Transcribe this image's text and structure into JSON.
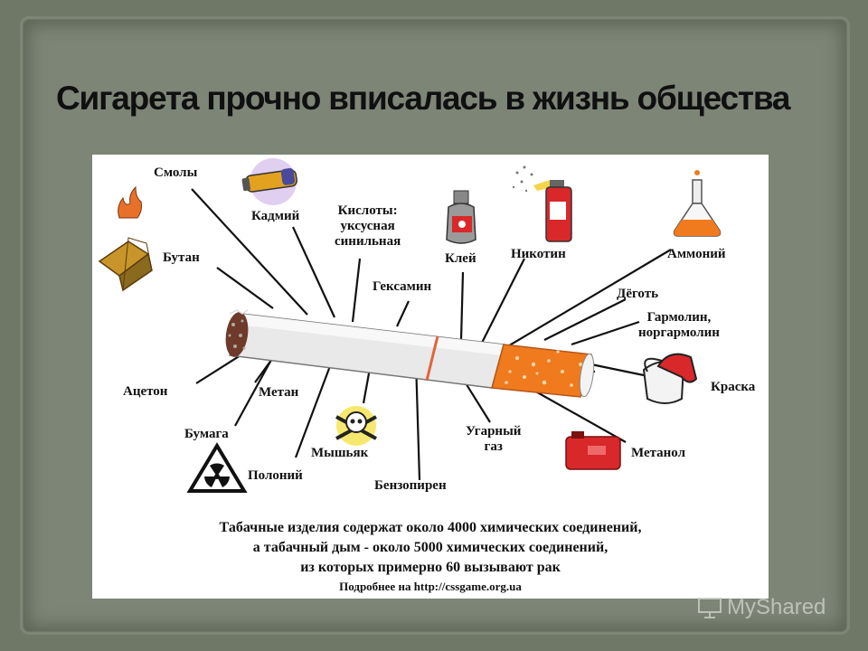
{
  "title": "Сигарета прочно вписалась в жизнь общества",
  "labels": {
    "smoly": "Смолы",
    "kadmiy": "Кадмий",
    "kisloty_1": "Кислоты:",
    "kisloty_2": "уксусная",
    "kisloty_3": "синильная",
    "kley": "Клей",
    "nikotin": "Никотин",
    "ammoniy": "Аммоний",
    "butan": "Бутан",
    "geksamin": "Гексамин",
    "degot": "Дёготь",
    "garmolin_1": "Гармолин,",
    "garmolin_2": "норгармолин",
    "atseton": "Ацетон",
    "metan": "Метан",
    "kraska": "Краска",
    "bumaga": "Бумага",
    "ugarny_1": "Угарный",
    "ugarny_2": "газ",
    "metanol": "Метанол",
    "myshyak": "Мышьяк",
    "poloniy": "Полоний",
    "benzopiren": "Бензопирен"
  },
  "footer": {
    "line1": "Табачные изделия содержат около 4000 химических соединений,",
    "line2": "а табачный дым - около 5000 химических соединений,",
    "line3": "из которых примерно 60 вызывают рак",
    "source": "Подробнее на http://cssgame.org.ua"
  },
  "watermark": "MyShared",
  "icons": {
    "lighter": "lighter-icon",
    "battery": "battery-icon",
    "glue": "glue-bottle-icon",
    "spray": "spray-can-icon",
    "flask": "flask-icon",
    "paint": "paint-bucket-icon",
    "skull": "skull-crossbones-icon",
    "canister": "fuel-canister-icon",
    "radiation": "radiation-sign-icon"
  },
  "colors": {
    "filter": "#f07a1e",
    "ash": "#6e3a2a",
    "accent_red": "#d8282a"
  }
}
